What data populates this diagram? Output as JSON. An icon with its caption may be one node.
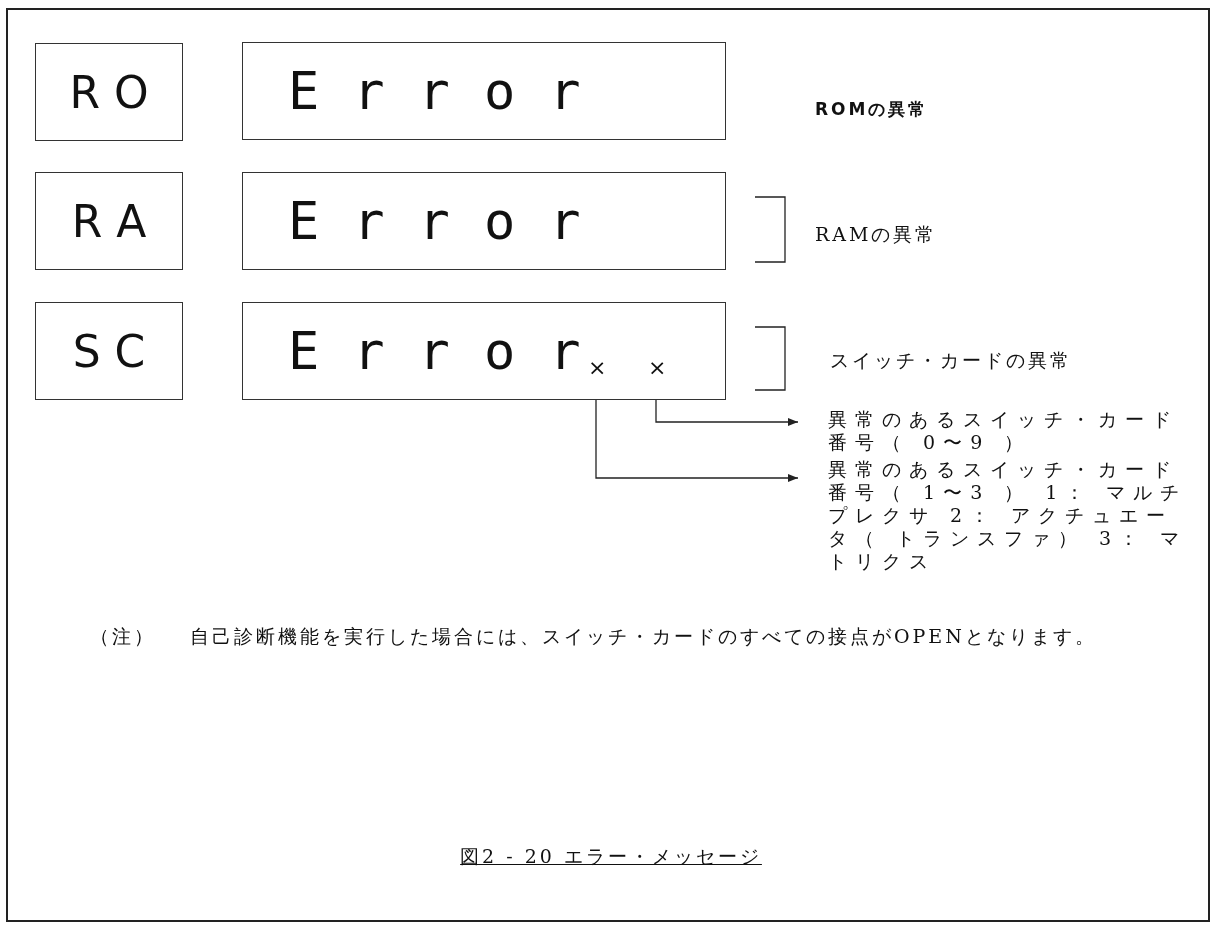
{
  "diagram": {
    "caption": "図2 - 20 エラー・メッセージ",
    "nodes": [
      {
        "text": [
          "R O"
        ]
      },
      {
        "text": [
          "Error"
        ]
      },
      {
        "text": [
          "R A"
        ]
      },
      {
        "text": [
          "Error"
        ]
      },
      {
        "text": [
          "S C"
        ]
      },
      {
        "text": [
          "Error"
        ]
      },
      {
        "text": [
          "×"
        ],
        "in": 5
      },
      {
        "text": [
          "×"
        ],
        "in": 5
      },
      {
        "text": [
          "異常のあるスイッチ・カード番号（ 0〜9 ）"
        ]
      },
      {
        "text": [
          "異常のあるスイッチ・カード番号（ 1〜3 ）",
          "1： マルチプレクサ",
          "2： アクチュエータ（ トランスファ）",
          "3： マトリクス"
        ]
      }
    ],
    "edges": [
      {
        "from": 7,
        "to": 8,
        "arrow": "to"
      },
      {
        "from": 6,
        "to": 9,
        "arrow": "to"
      }
    ],
    "labels": [
      "ROMの異常",
      "RAMの異常",
      "スイッチ・カードの異常",
      "（注）",
      "自己診断機能を実行した場合には、スイッチ・カードのすべての接点がOPENとなります。"
    ]
  }
}
